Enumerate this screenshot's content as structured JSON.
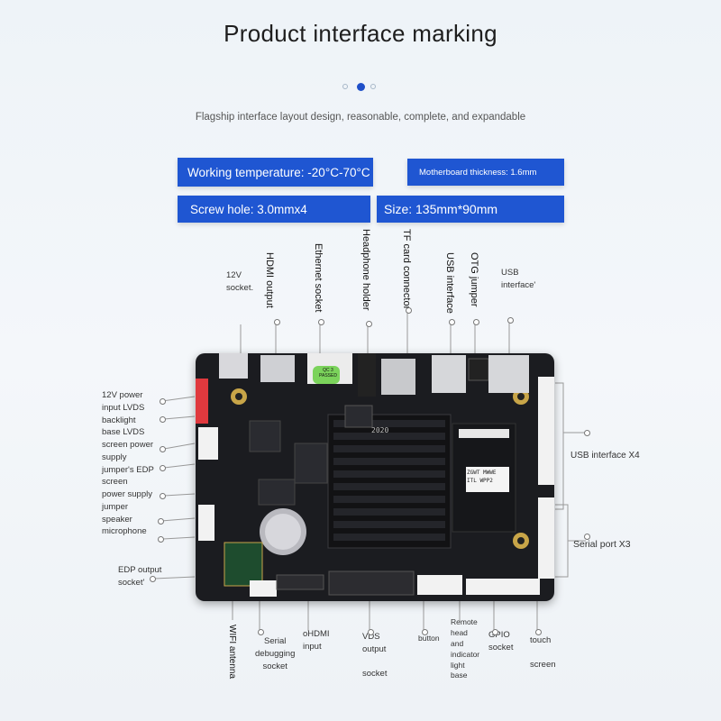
{
  "header": {
    "title": "Product interface marking",
    "subtitle": "Flagship interface layout design, reasonable, complete, and expandable",
    "carousel_active": 2
  },
  "specs": {
    "temperature": "Working temperature: -20°C-70°C",
    "thickness": "Motherboard thickness: 1.6mm",
    "screw": "Screw hole: 3.0mmx4",
    "size": "Size: 135mm*90mm"
  },
  "top_labels": {
    "socket_12v": "12V\nsocket.",
    "hdmi": "HDMI output",
    "ethernet": "Ethernet socket",
    "headphone": "Headphone holder",
    "tf": "TF card connector",
    "usb": "USB interface",
    "otg": "OTG jumper",
    "usb2": "USB\ninterface'"
  },
  "left_labels": {
    "power": "12V power\ninput LVDS\nbacklight\nbase LVDS\nscreen power\nsupply\njumper's EDP\nscreen\npower supply\njumper\nspeaker\nmicrophone",
    "edp": "EDP output\nsocket'"
  },
  "right_labels": {
    "usb4": "USB interface X4",
    "serial": "Serial port X3"
  },
  "bottom_labels": {
    "wifi": "WIFI antenna",
    "serial_debug": "Serial\ndebugging\nsocket",
    "ohdmi": "oHDMI\ninput",
    "vds": "VDS\noutput",
    "vds_socket": "socket",
    "button": "button",
    "remote": "Remote\nhead\nand\nindicator\nlight\nbase",
    "gpio": "GPIO\nsocket",
    "touch": "touch",
    "touch_screen": "screen"
  },
  "board_text": {
    "chip_year": "2020",
    "qc": "QC 3\nPASSED",
    "module": "ZGWT MWWE\nITL WPP2"
  },
  "colors": {
    "accent": "#1f56d2",
    "board": "#1b1c20",
    "heatsink": "#121214",
    "connector": "#f2f2f2",
    "red_connector": "#e0393e"
  }
}
